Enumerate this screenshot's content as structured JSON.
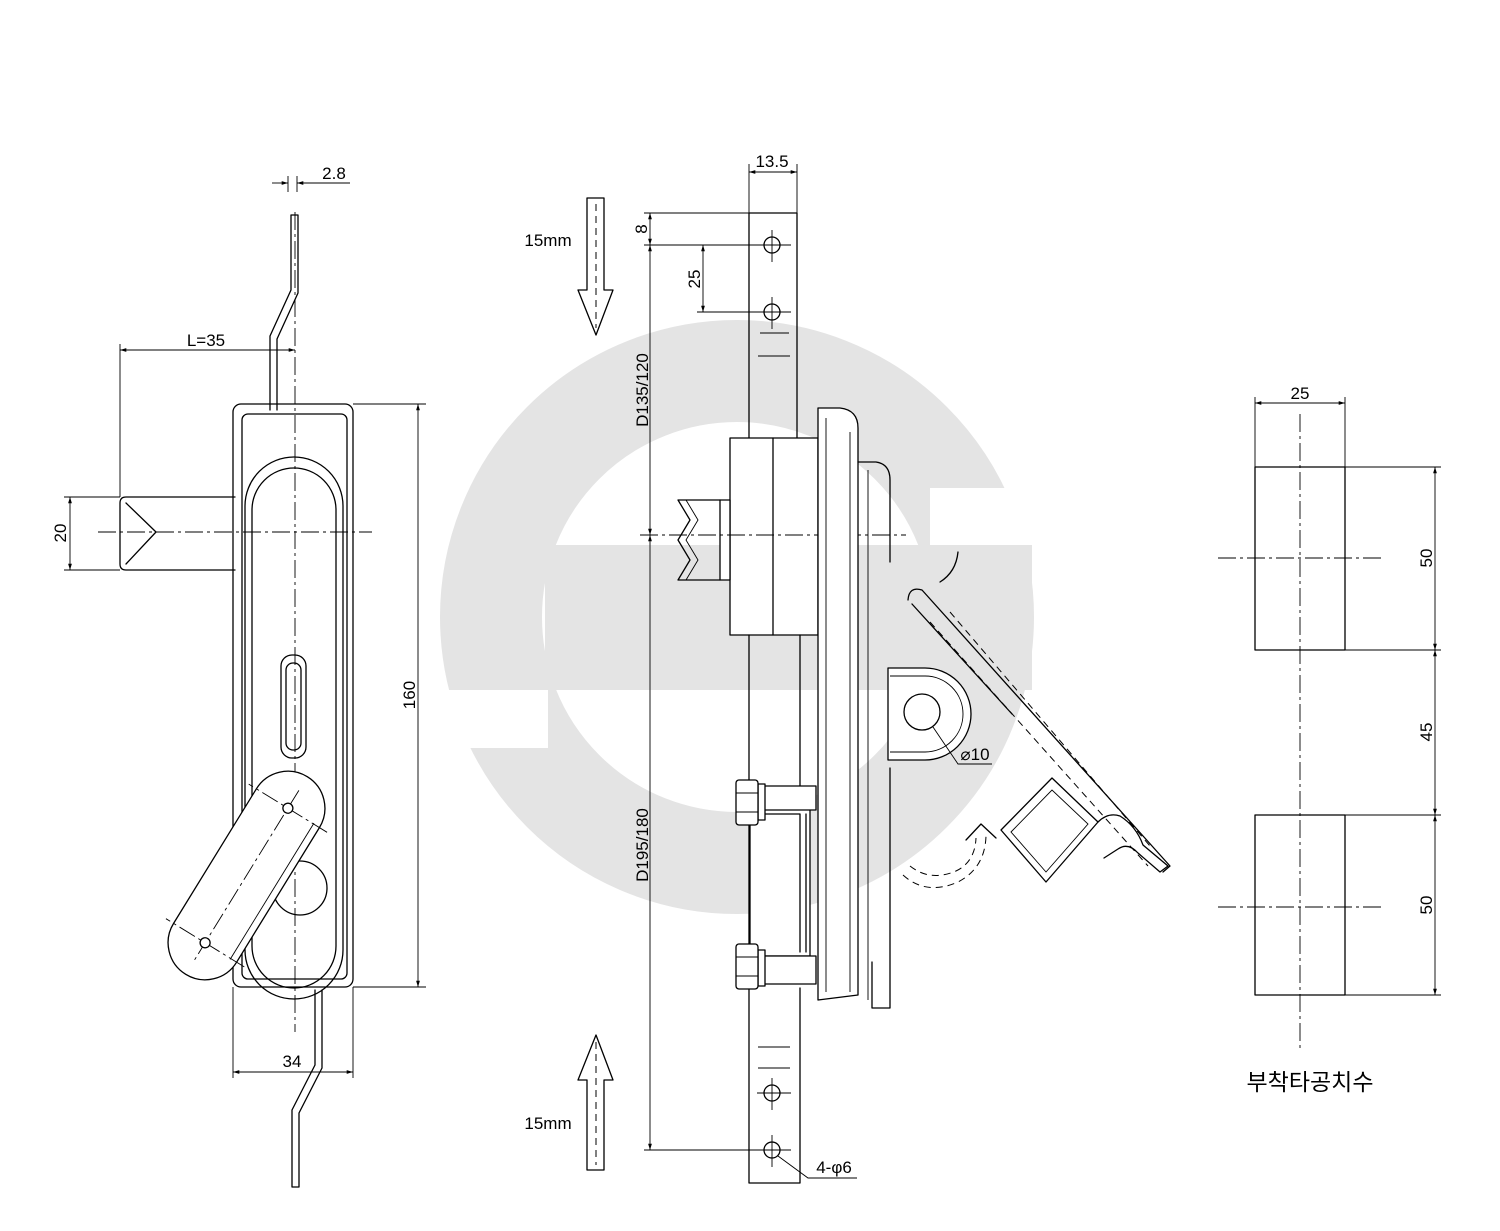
{
  "colors": {
    "watermark": "#e4e4e4",
    "background": "#ffffff"
  },
  "front_view": {
    "dim_rod_thickness": "2.8",
    "dim_cam_length": "L=35",
    "dim_cam_width": "20",
    "dim_body_height": "160",
    "dim_body_width": "34"
  },
  "side_view": {
    "travel_top": "15mm",
    "travel_bottom": "15mm",
    "dim_bar_width": "13.5",
    "dim_hole_offset": "8",
    "dim_hole_pitch": "25",
    "dim_upper_rod": "D135/120",
    "dim_lower_rod": "D195/180",
    "hinge_hole": "⌀10",
    "mount_holes": "4-φ6"
  },
  "cutout_view": {
    "dim_width": "25",
    "dim_top_cutout": "50",
    "dim_spacing": "45",
    "dim_bottom_cutout": "50",
    "caption": "부착타공치수"
  }
}
